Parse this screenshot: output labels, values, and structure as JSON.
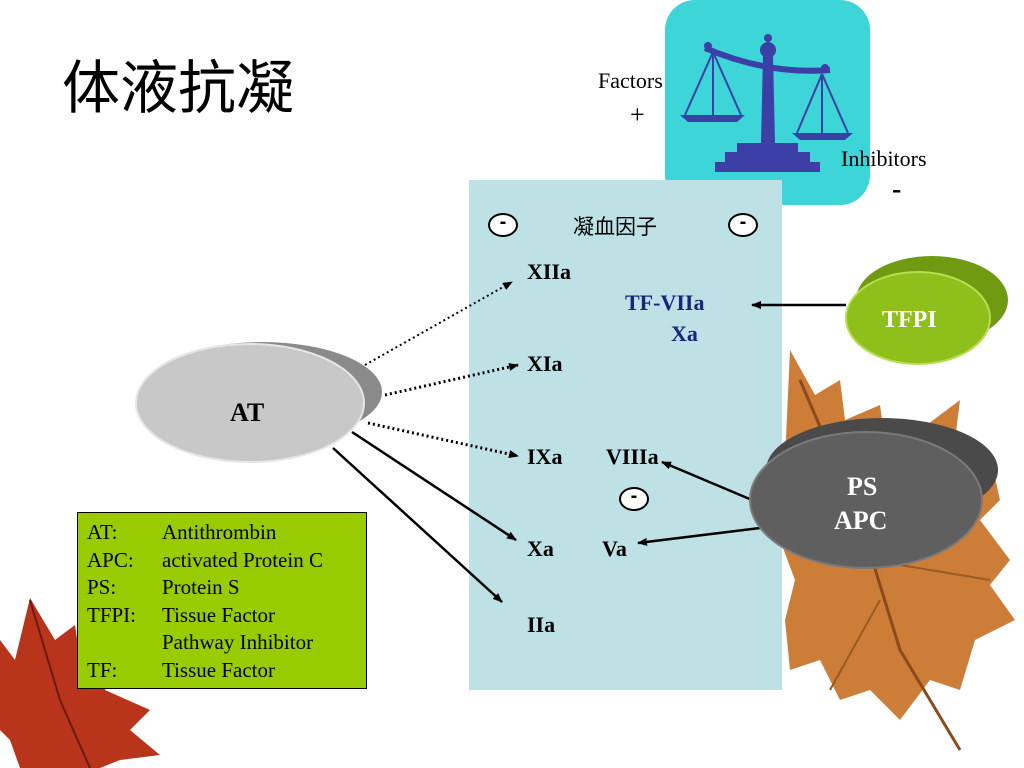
{
  "title": "体液抗凝",
  "balance": {
    "factors_label": "Factors",
    "factors_sign": "+",
    "inhibitors_label": "Inhibitors",
    "inhibitors_sign": "-"
  },
  "panel": {
    "header": "凝血因子",
    "minus_sign": "-",
    "factors": {
      "xiia": "XIIa",
      "tf_viia": "TF-VIIa",
      "xa_top": "Xa",
      "xia": "XIa",
      "ixa": "IXa",
      "viiia": "VIIIa",
      "xa": "Xa",
      "va": "Va",
      "iia": "IIa"
    }
  },
  "nodes": {
    "at": "AT",
    "tfpi": "TFPI",
    "ps": "PS",
    "apc": "APC"
  },
  "legend": [
    {
      "key": "AT:",
      "value": "Antithrombin"
    },
    {
      "key": "APC:",
      "value": "activated Protein C"
    },
    {
      "key": "PS:",
      "value": "Protein S"
    },
    {
      "key": "TFPI:",
      "value": "Tissue Factor"
    },
    {
      "key": "",
      "value": "Pathway Inhibitor"
    },
    {
      "key": "TF:",
      "value": "Tissue Factor"
    }
  ],
  "colors": {
    "panel": "#bde1e4",
    "scale_bg": "#3dd5d8",
    "scale_icon": "#3b3fa6",
    "tfpi_green": "#8fbf1a",
    "legend_green": "#99cc00",
    "ps_apc_gray": "#5f5f5f",
    "at_gray": "#c8c8c8",
    "tf_text_blue": "#1a237e",
    "leaf_orange": "#c9772e",
    "leaf_red": "#b8341b"
  }
}
